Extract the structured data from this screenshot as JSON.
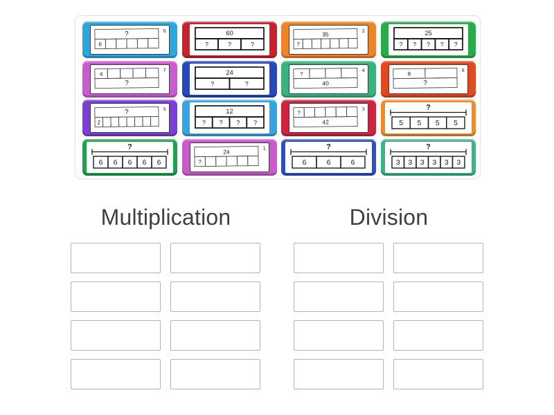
{
  "activity": {
    "type_label": "group-sort",
    "accent_colors": {
      "blue": "#2BA7E0",
      "red": "#C8232C",
      "orange": "#EE8327",
      "green": "#2AAB49",
      "orchid": "#CC5BD0",
      "dark_blue": "#2647BE",
      "sea_green": "#3BB27E",
      "orange_red": "#E04A20",
      "violet": "#7C3ED6",
      "sky_blue": "#34A5E2",
      "crimson": "#CE2440",
      "deep_green": "#1CA14E",
      "royal_blue": "#2C50C4",
      "teal": "#3BB287"
    }
  },
  "tray": {
    "cards": [
      {
        "color": "#2BA7E0",
        "style": "sketch",
        "corner": "6",
        "rows": [
          {
            "type": "bar",
            "label": "?"
          },
          {
            "type": "cells",
            "cells": [
              "6",
              "",
              "",
              "",
              "",
              ""
            ]
          }
        ]
      },
      {
        "color": "#C8232C",
        "style": "print",
        "rows": [
          {
            "type": "bar",
            "label": "60"
          },
          {
            "type": "cells",
            "cells": [
              "?",
              "?",
              "?"
            ]
          }
        ]
      },
      {
        "color": "#EE8327",
        "style": "sketch",
        "corner": "2",
        "rows": [
          {
            "type": "bar",
            "label": "35"
          },
          {
            "type": "cells",
            "cells": [
              "?",
              "",
              "",
              "",
              "",
              "",
              ""
            ]
          }
        ]
      },
      {
        "color": "#2AAB49",
        "style": "print",
        "rows": [
          {
            "type": "bar",
            "label": "25"
          },
          {
            "type": "cells",
            "cells": [
              "?",
              "?",
              "?",
              "?",
              "?"
            ]
          }
        ]
      },
      {
        "color": "#CC5BD0",
        "style": "sketch",
        "corner": "7",
        "rows": [
          {
            "type": "cells",
            "cells": [
              "4",
              "",
              "",
              "",
              ""
            ]
          },
          {
            "type": "bar",
            "label": "?"
          }
        ]
      },
      {
        "color": "#2647BE",
        "style": "print",
        "rows": [
          {
            "type": "bar",
            "label": "24"
          },
          {
            "type": "cells",
            "cells": [
              "?",
              "?"
            ]
          }
        ]
      },
      {
        "color": "#3BB27E",
        "style": "sketch",
        "corner": "4",
        "rows": [
          {
            "type": "cells",
            "cells": [
              "?",
              "",
              "",
              ""
            ]
          },
          {
            "type": "bar",
            "label": "40"
          }
        ]
      },
      {
        "color": "#E04A20",
        "style": "sketch",
        "corner": "8",
        "rows": [
          {
            "type": "cells",
            "cells": [
              "8",
              ""
            ]
          },
          {
            "type": "bar",
            "label": "?"
          }
        ]
      },
      {
        "color": "#7C3ED6",
        "style": "sketch",
        "corner": "5",
        "rows": [
          {
            "type": "bar",
            "label": "?"
          },
          {
            "type": "cells",
            "cells": [
              "2",
              "",
              "",
              "",
              "",
              "",
              "",
              ""
            ]
          }
        ]
      },
      {
        "color": "#34A5E2",
        "style": "print",
        "rows": [
          {
            "type": "bar",
            "label": "12"
          },
          {
            "type": "cells",
            "cells": [
              "?",
              "?",
              "?",
              "?"
            ]
          }
        ]
      },
      {
        "color": "#CE2440",
        "style": "sketch",
        "corner": "3",
        "rows": [
          {
            "type": "cells",
            "cells": [
              "?",
              "",
              "",
              "",
              "",
              ""
            ]
          },
          {
            "type": "bar",
            "label": "42"
          }
        ]
      },
      {
        "color": "#F18C26",
        "style": "bracket",
        "rows": [
          {
            "type": "bracket",
            "label": "?"
          },
          {
            "type": "cells",
            "cells": [
              "5",
              "5",
              "5",
              "5"
            ]
          }
        ]
      },
      {
        "color": "#1CA14E",
        "style": "bracket",
        "rows": [
          {
            "type": "bracket",
            "label": "?"
          },
          {
            "type": "cells",
            "cells": [
              "6",
              "6",
              "6",
              "6",
              "6"
            ]
          }
        ]
      },
      {
        "color": "#CB58CE",
        "style": "sketch",
        "corner": "1",
        "rows": [
          {
            "type": "bar",
            "label": "24"
          },
          {
            "type": "cells",
            "cells": [
              "?",
              "",
              "",
              "",
              "",
              ""
            ]
          }
        ]
      },
      {
        "color": "#2C50C4",
        "style": "bracket",
        "rows": [
          {
            "type": "bracket",
            "label": "?"
          },
          {
            "type": "cells",
            "cells": [
              "6",
              "6",
              "6"
            ]
          }
        ]
      },
      {
        "color": "#3BB287",
        "style": "bracket",
        "rows": [
          {
            "type": "bracket",
            "label": "?"
          },
          {
            "type": "cells",
            "cells": [
              "3",
              "3",
              "3",
              "3",
              "3",
              "3"
            ]
          }
        ]
      }
    ]
  },
  "groups": [
    {
      "label": "Multiplication",
      "slot_count": 8
    },
    {
      "label": "Division",
      "slot_count": 8
    }
  ]
}
